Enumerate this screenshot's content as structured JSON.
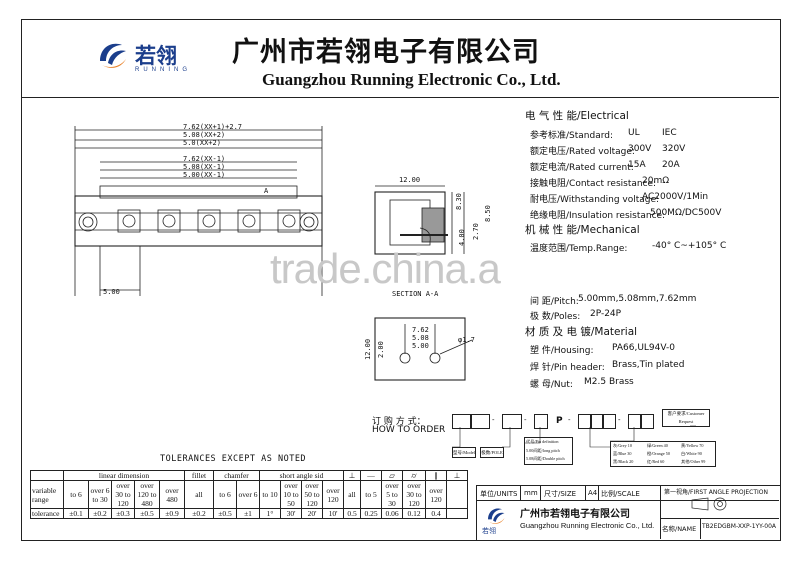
{
  "header": {
    "company_cn": "广州市若翎电子有限公司",
    "company_en": "Guangzhou Running Electronic Co., Ltd.",
    "logo_cn": "若翎",
    "logo_en": "RUNNING"
  },
  "drawing": {
    "dims_top": [
      "7.62(XX+1)+2.7",
      "5.08(XX+2)",
      "5.0(XX+2)"
    ],
    "dims_mid": [
      "7.62(XX-1)",
      "5.08(XX-1)",
      "5.00(XX-1)"
    ],
    "dim_pitch": "5.00",
    "side_dim_width": "12.00",
    "side_dims_v": [
      "4.00",
      "8.30",
      "2.70",
      "8.50"
    ],
    "side_label_a": "A",
    "section_label": "SECTION A-A",
    "pcb_dims": [
      "7.62",
      "5.08",
      "5.00"
    ],
    "pcb_dims_v": [
      "12.00",
      "2.00"
    ],
    "pcb_hole": "φ1.7"
  },
  "specs": {
    "electrical_title": "电 气 性 能/Electrical",
    "standard_label": "参考标准/Standard:",
    "standard_v1": "UL",
    "standard_v2": "IEC",
    "voltage_label": "额定电压/Rated voltage:",
    "voltage_v1": "300V",
    "voltage_v2": "320V",
    "current_label": "额定电流/Rated current:",
    "current_v1": "15A",
    "current_v2": "20A",
    "contact_label": "接触电阻/Contact resistance:",
    "contact_v": "20mΩ",
    "withstand_label": "耐电压/Withstanding voltage:",
    "withstand_v": "AC2000V/1Min",
    "insulation_label": "绝缘电阻/Insulation resistance:",
    "insulation_v": "500MΩ/DC500V",
    "mechanical_title": "机 械 性 能/Mechanical",
    "temp_label": "温度范围/Temp.Range:",
    "temp_v": "-40° C~+105° C",
    "pitch_label": "间 距/Pitch:",
    "pitch_v": "5.00mm,5.08mm,7.62mm",
    "poles_label": "极 数/Poles:",
    "poles_v": "2P-24P",
    "material_title": "材 质 及 电 镀/Material",
    "housing_label": "塑 件/Housing:",
    "housing_v": "PA66,UL94V-0",
    "pin_label": "焊 针/Pin header:",
    "pin_v": "Brass,Tin plated",
    "nut_label": "螺 母/Nut:",
    "nut_v": "M2.5 Brass"
  },
  "order": {
    "title_cn": "订 购 方 式：",
    "title_en": "HOW TO ORDER",
    "p_letter": "P",
    "dash": "-",
    "tag_model": "型号/Model",
    "tag_pole": "极数/POLE",
    "tag_pitch": [
      "代号/Pin definition",
      "5.00间距/long pitch",
      "5.08间距/Double pitch"
    ],
    "tag_color": [
      "灰/Grey 10",
      "黑/Black 20",
      "蓝/Blue 30",
      "绿/Green 40",
      "橙/Orange 50",
      "红/Red 60"
    ],
    "tag_color2": [
      "黄/Yellow 70",
      "白/White 90",
      "其他/Other 99"
    ],
    "tag_customer": "客户要求/Customer Request"
  },
  "tolerance": {
    "title": "TOLERANCES EXCEPT AS NOTED",
    "group_linear": "linear dimension",
    "group_fillet": "fillet",
    "group_chamfer": "chamfer",
    "group_angle": "short angle sid",
    "variable_range": "variable range",
    "tolerance_label": "tolerance",
    "linear_ranges": [
      "to 6",
      "over 6 to 30",
      "over 30 to 120",
      "over 120 to 480",
      "over 480"
    ],
    "linear_values": [
      "±0.1",
      "±0.2",
      "±0.3",
      "±0.5",
      "±0.9"
    ],
    "fillet_range": "all",
    "fillet_value": "±0.2",
    "chamfer_ranges": [
      "to 6",
      "over 6"
    ],
    "chamfer_values": [
      "±0.5",
      "±1"
    ],
    "angle_ranges": [
      "to 10",
      "over 10 to 50",
      "over 50 to 120",
      "over 120"
    ],
    "angle_values": [
      "1°",
      "30'",
      "20'",
      "10'"
    ],
    "geo_ranges": [
      "all",
      "to 5",
      "over 5 to 30",
      "over 30 to 120",
      "over 120"
    ],
    "geo_values": [
      "0.5",
      "0.25",
      "0.06",
      "0.12",
      "0.4"
    ]
  },
  "titleblock": {
    "units_label": "单位/UNITS",
    "units_v": "mm",
    "size_label": "尺寸/SIZE",
    "size_v": "A4",
    "scale_label": "比例/SCALE",
    "projection": "第一视角/FIRST ANGLE PROJECTION",
    "company_cn": "广州市若翎电子有限公司",
    "company_en": "Guangzhou Running Electronic Co., Ltd.",
    "name_label": "名称/NAME",
    "name_v": "TB2EDGBM-XXP-1YY-00A"
  },
  "watermark": "trade.china.a",
  "colors": {
    "brand_blue": "#1b3e8c",
    "accent_orange": "#e8822a",
    "line": "#222222"
  }
}
